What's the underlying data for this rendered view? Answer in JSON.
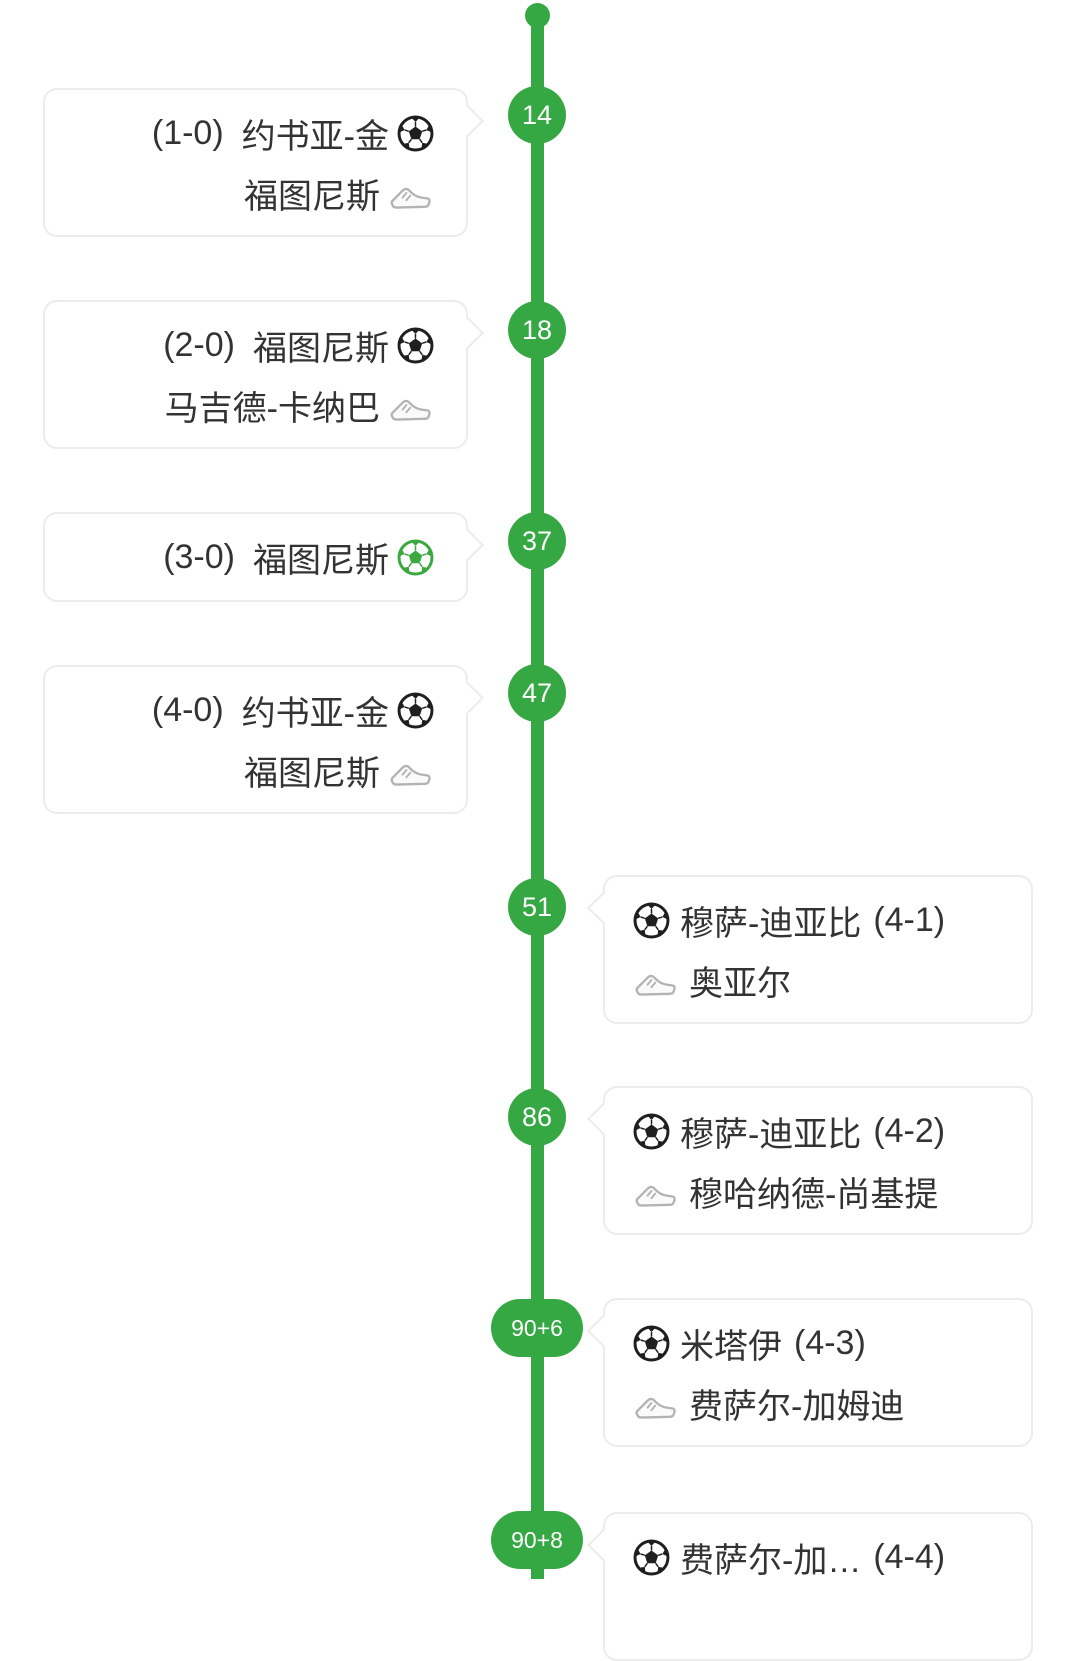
{
  "timeline": {
    "accent_color": "#35a843",
    "green_ball_color": "#3aa93f",
    "events": [
      {
        "minute": "14",
        "side": "left",
        "score": "(1-0)",
        "player": "约书亚-金",
        "assist": "福图尼斯",
        "ball": "black"
      },
      {
        "minute": "18",
        "side": "left",
        "score": "(2-0)",
        "player": "福图尼斯",
        "assist": "马吉德-卡纳巴",
        "ball": "black"
      },
      {
        "minute": "37",
        "side": "left",
        "score": "(3-0)",
        "player": "福图尼斯",
        "assist": null,
        "ball": "green"
      },
      {
        "minute": "47",
        "side": "left",
        "score": "(4-0)",
        "player": "约书亚-金",
        "assist": "福图尼斯",
        "ball": "black"
      },
      {
        "minute": "51",
        "side": "right",
        "score": "(4-1)",
        "player": "穆萨-迪亚比",
        "assist": "奥亚尔",
        "ball": "black"
      },
      {
        "minute": "86",
        "side": "right",
        "score": "(4-2)",
        "player": "穆萨-迪亚比",
        "assist": "穆哈纳德-尚基提",
        "ball": "black"
      },
      {
        "minute": "90+6",
        "side": "right",
        "score": "(4-3)",
        "player": "米塔伊",
        "assist": "费萨尔-加姆迪",
        "ball": "black"
      },
      {
        "minute": "90+8",
        "side": "right",
        "score": "(4-4)",
        "player": "费萨尔-加…",
        "assist": null,
        "ball": "black"
      }
    ]
  }
}
